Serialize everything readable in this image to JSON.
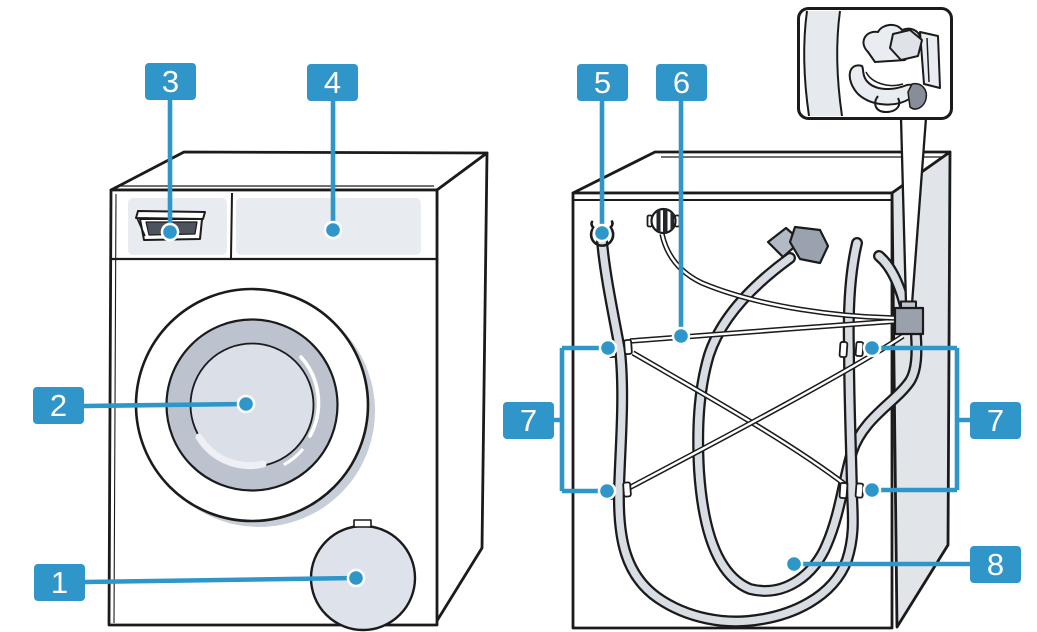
{
  "callouts": {
    "c1": {
      "number": "1"
    },
    "c2": {
      "number": "2"
    },
    "c3": {
      "number": "3"
    },
    "c4": {
      "number": "4"
    },
    "c5": {
      "number": "5"
    },
    "c6": {
      "number": "6"
    },
    "c7_left": {
      "number": "7"
    },
    "c7_right": {
      "number": "7"
    },
    "c8": {
      "number": "8"
    }
  },
  "colors": {
    "accent_blue": "#3095c8",
    "outline": "#1b1b1b",
    "panel_gray": "#e8ecf1",
    "hose_gray": "#d8dce3",
    "door_ring_gray": "#bcc3cf",
    "glass_gray": "#dbdfe7",
    "side_face_gray": "#e1e5ea",
    "holder_block_gray": "#9aa1ad"
  }
}
